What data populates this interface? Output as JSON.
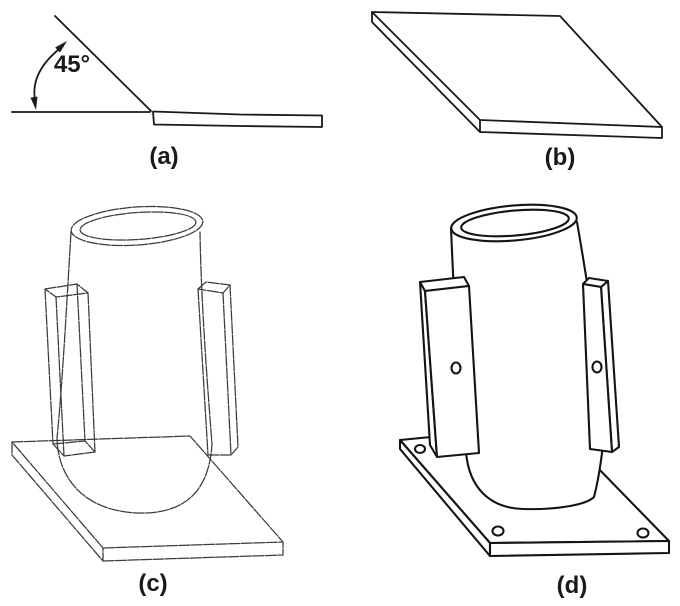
{
  "colors": {
    "background": "#ffffff",
    "ink": "#1a1a1a",
    "sketch_ink": "#3b3b3b"
  },
  "panels": {
    "a": {
      "label": "(a)",
      "angle_label": "45°"
    },
    "b": {
      "label": "(b)"
    },
    "c": {
      "label": "(c)"
    },
    "d": {
      "label": "(d)"
    }
  }
}
